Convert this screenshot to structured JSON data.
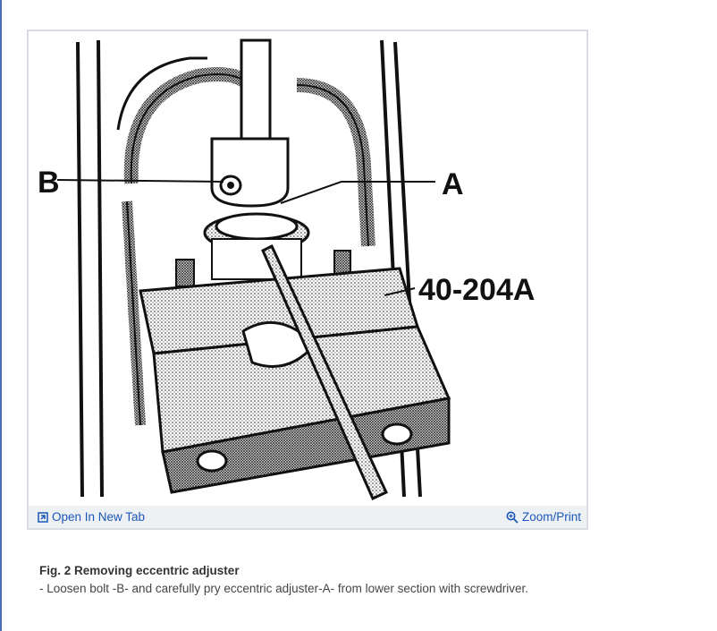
{
  "figure": {
    "callouts": {
      "b": "B",
      "a": "A",
      "tool": "40-204A"
    },
    "toolbar": {
      "open_label": "Open In New Tab",
      "zoom_label": "Zoom/Print",
      "open_icon": "open-new-tab-icon",
      "zoom_icon": "zoom-in-icon"
    }
  },
  "caption": {
    "title": "Fig. 2 Removing eccentric adjuster",
    "step": "-  Loosen bolt -B- and carefully pry eccentric adjuster-A- from lower section with screwdriver."
  },
  "colors": {
    "link": "#1a56b8",
    "toolbar_bg": "#eef1f4",
    "card_border": "#d9dde3",
    "accent_rule": "#4a6fb0"
  }
}
